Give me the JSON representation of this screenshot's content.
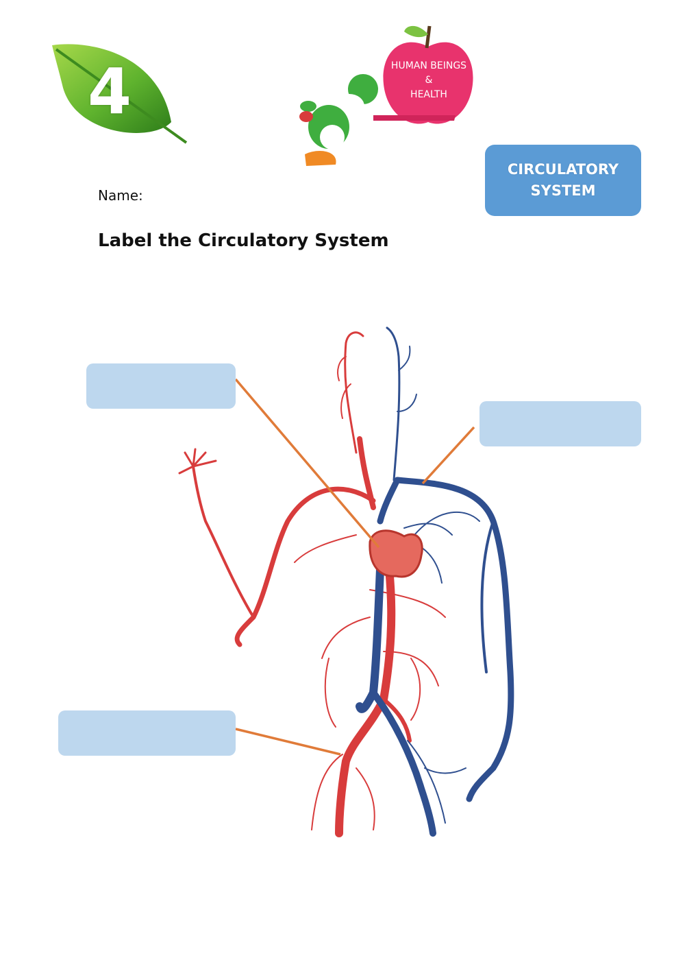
{
  "header": {
    "unit_number": "4",
    "topic_badge_lines": [
      "CIRCULATORY",
      "SYSTEM"
    ],
    "apple_label_lines": [
      "HUMAN BEINGS",
      "&",
      "HEALTH"
    ]
  },
  "worksheet": {
    "name_label": "Name:",
    "instruction": "Label the Circulatory System"
  },
  "answer_boxes": [
    {
      "id": "heart",
      "value": ""
    },
    {
      "id": "veins",
      "value": ""
    },
    {
      "id": "arteries",
      "value": ""
    }
  ],
  "colors": {
    "leaf_green": "#5fb32e",
    "apple_pink": "#e8336d",
    "badge_blue": "#5b9bd5",
    "answer_box_blue": "#bdd7ee",
    "pointer_orange": "#e07b39",
    "artery_red": "#d83c3c",
    "vein_blue": "#2f4f8f"
  }
}
